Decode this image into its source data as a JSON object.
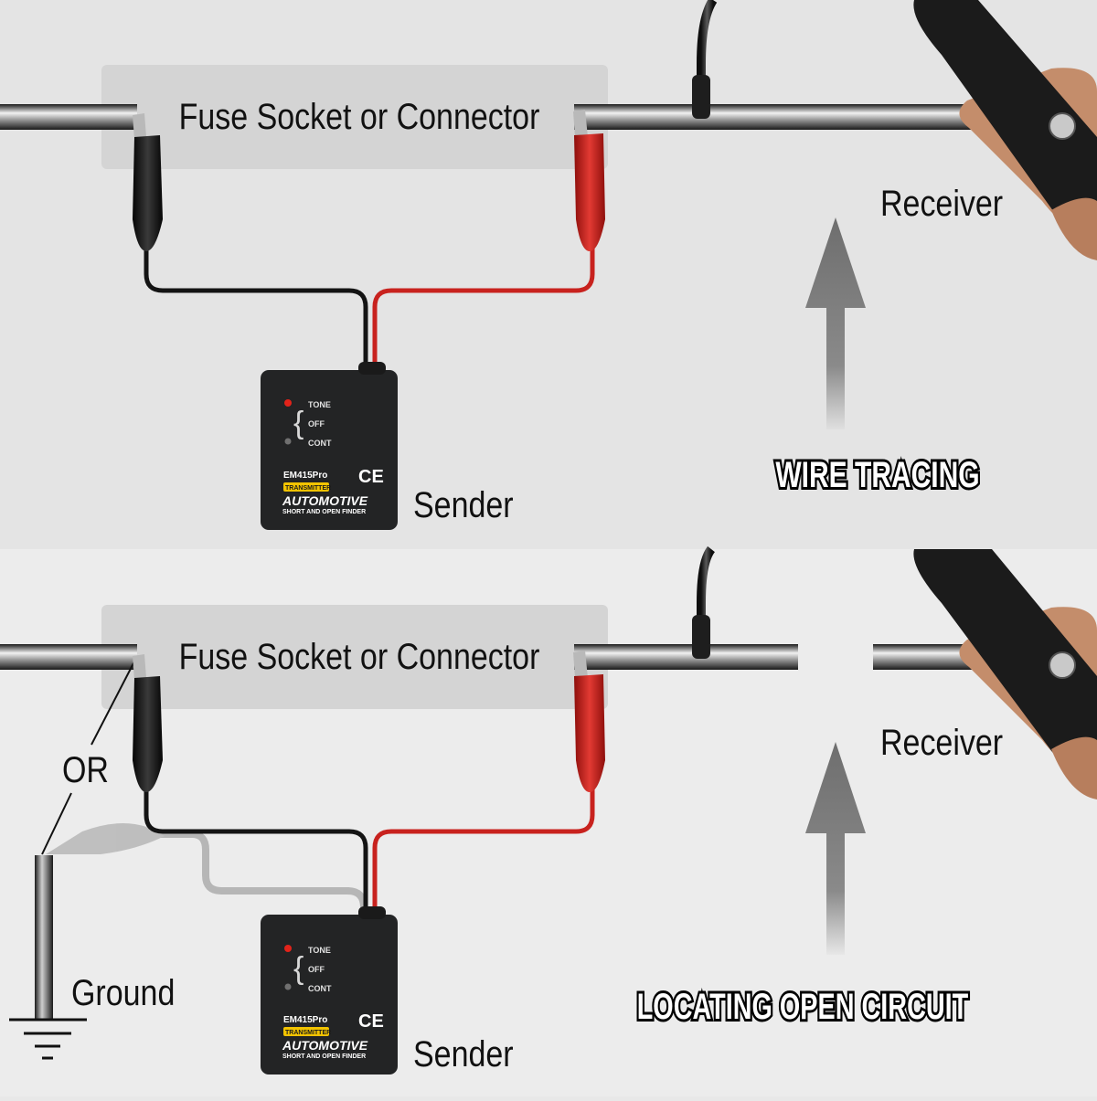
{
  "panels": [
    {
      "id": "wire-tracing",
      "connector_label": "Fuse Socket or Connector",
      "receiver_label": "Receiver",
      "sender_label": "Sender",
      "mode_title": "WIRE TRACING"
    },
    {
      "id": "open-circuit",
      "connector_label": "Fuse Socket or Connector",
      "receiver_label": "Receiver",
      "sender_label": "Sender",
      "mode_title": "LOCATING OPEN CIRCUIT",
      "or_label": "OR",
      "ground_label": "Ground"
    }
  ],
  "transmitter": {
    "switch_tone": "TONE",
    "switch_off": "OFF",
    "switch_cont": "CONT",
    "model": "EM415Pro",
    "badge": "TRANSMITTER",
    "brand": "AUTOMOTIVE",
    "subtitle": "SHORT AND OPEN FINDER",
    "mark": "CE"
  },
  "colors": {
    "background_top": "#e4e4e4",
    "background_bottom": "#ececec",
    "label_box": "#d4d4d4",
    "black_lead": "#141414",
    "red_lead": "#c8221e",
    "arrow": "#777777",
    "badge": "#f2c300"
  }
}
